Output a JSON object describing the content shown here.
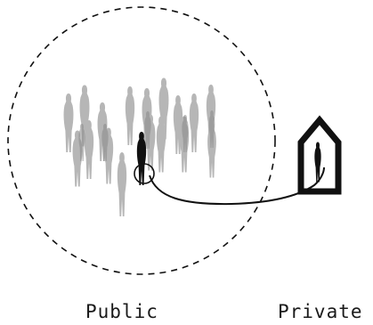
{
  "labels": {
    "public": "Public",
    "private": "Private"
  },
  "colors": {
    "stroke": "#111111",
    "crowd": "#b3b3b3",
    "crowd_dark": "#8a8a8a",
    "figure": "#111111",
    "background": "#ffffff"
  },
  "icons": [
    "dashed-circle",
    "crowd-figure",
    "person-figure",
    "house-icon",
    "connection-line"
  ]
}
